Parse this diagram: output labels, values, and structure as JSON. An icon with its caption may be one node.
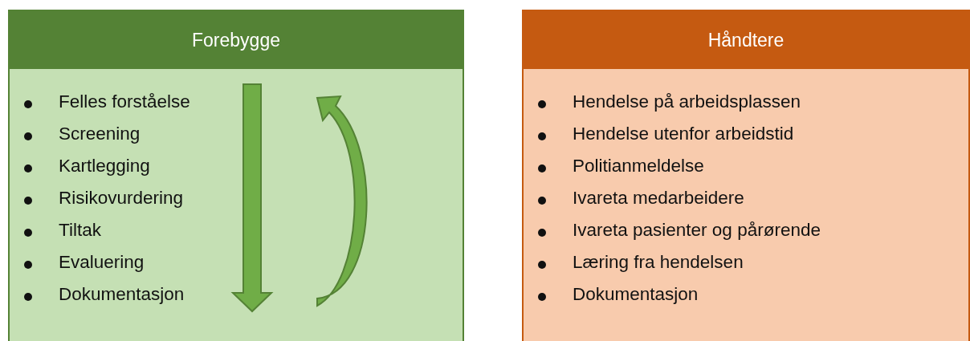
{
  "diagram": {
    "nodes": [
      {
        "text": [
          "Forebygge",
          "Felles forståelse",
          "Screening",
          "Kartlegging",
          "Risikovurdering",
          "Tiltak",
          "Evaluering",
          "Dokumentasjon"
        ]
      },
      {
        "text": [
          "Håndtere",
          "Hendelse på arbeidsplassen",
          "Hendelse utenfor arbeidstid",
          "Politianmeldelse",
          "Ivareta medarbeidere",
          "Ivareta pasienter og pårørende",
          "Læring fra hendelsen",
          "Dokumentasjon"
        ]
      }
    ]
  }
}
